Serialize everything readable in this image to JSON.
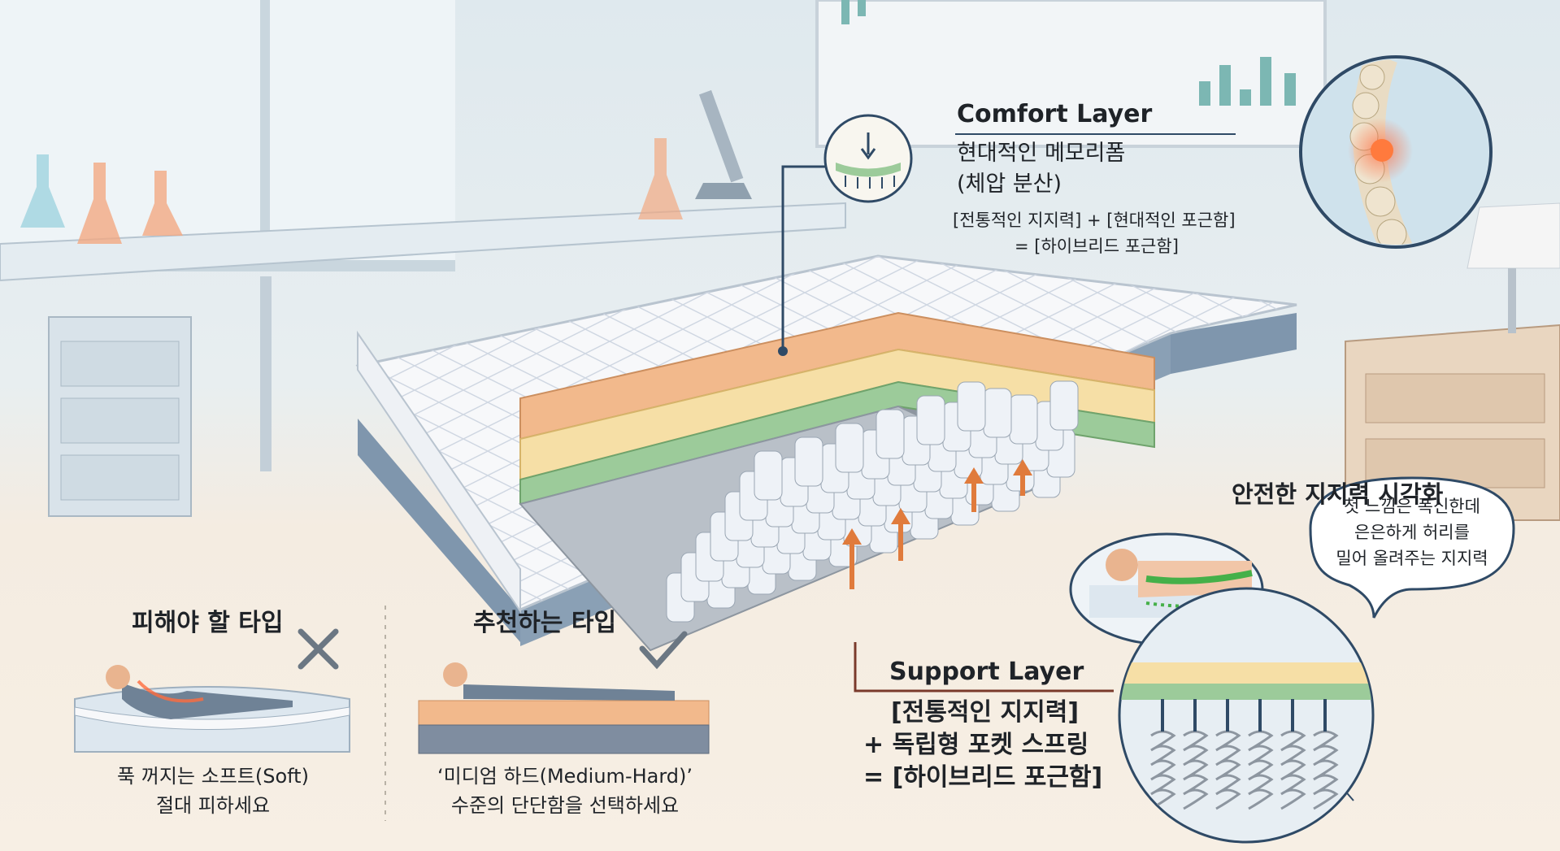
{
  "comfort_layer": {
    "title": "Comfort Layer",
    "line1": "현대적인 메모리폼",
    "line2": "(체압 분산)",
    "formula1": "[전통적인 지지력] + [현대적인 포근함]",
    "formula2": "= [하이브리드 포근함]"
  },
  "support_layer": {
    "title": "Support Layer",
    "line1": "[전통적인 지지력]",
    "line2": "+ 독립형 포켓 스프링",
    "line3": "= [하이브리드 포근함]"
  },
  "avoid": {
    "title": "피해야 할 타입",
    "desc1": "푹 꺼지는 소프트(Soft)",
    "desc2": "절대 피하세요"
  },
  "recommend": {
    "title": "추천하는 타입",
    "desc1": "‘미디엄 하드(Medium-Hard)’",
    "desc2": "수준의 단단함을 선택하세요"
  },
  "visualization": {
    "title": "안전한 지지력 시각화",
    "bubble1": "첫 느낌은 폭신한데",
    "bubble2": "은은하게 허리를",
    "bubble3": "밀어 올려주는 지지력"
  },
  "colors": {
    "comfort_orange": "#f2b98c",
    "foam_yellow": "#f6dfa6",
    "support_green": "#9ccb9a",
    "spring_blue": "#dfe6ef",
    "base_blue": "#7f96ad",
    "arrow_orange": "#e07b3c",
    "check_gray": "#6b7783"
  }
}
